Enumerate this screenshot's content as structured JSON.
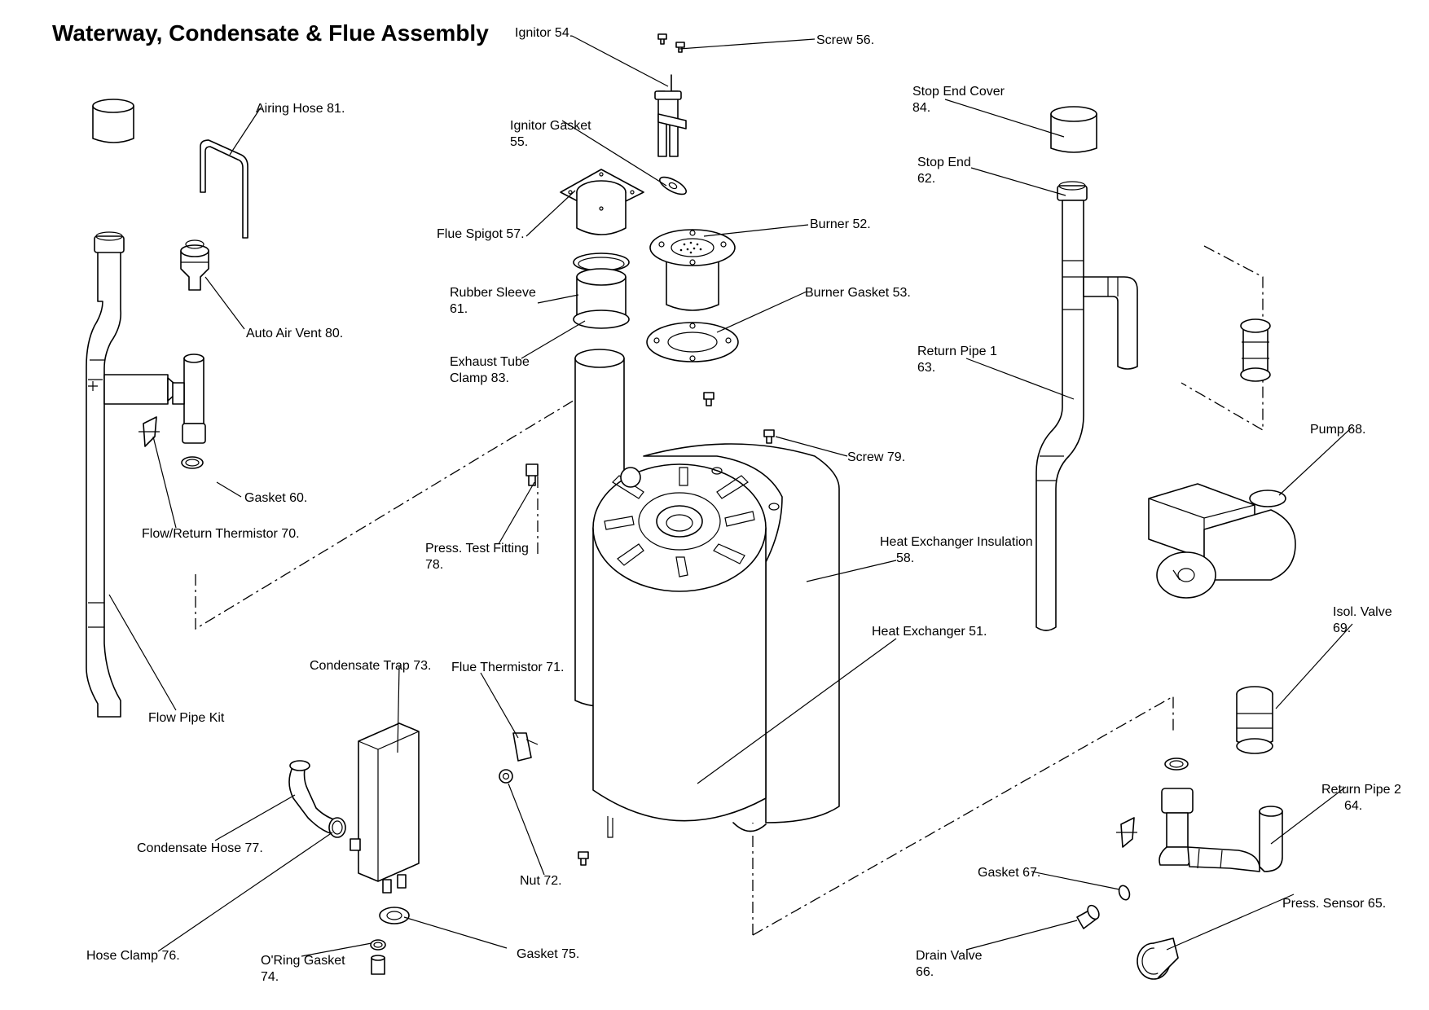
{
  "title": "Waterway, Condensate & Flue Assembly",
  "parts": {
    "ignitor": [
      "Ignitor 54."
    ],
    "screw56": [
      "Screw 56."
    ],
    "ignitor_gasket": [
      "Ignitor Gasket",
      "55."
    ],
    "flue_spigot": [
      "Flue Spigot 57."
    ],
    "burner": [
      "Burner 52."
    ],
    "rubber_sleeve": [
      "Rubber Sleeve",
      "61."
    ],
    "burner_gasket": [
      "Burner Gasket 53."
    ],
    "exhaust_clamp": [
      "Exhaust Tube",
      "Clamp 83."
    ],
    "airing_hose": [
      "Airing Hose 81."
    ],
    "auto_air_vent": [
      "Auto Air Vent 80."
    ],
    "gasket60": [
      "Gasket 60."
    ],
    "flow_return_thermistor": [
      "Flow/Return Thermistor 70."
    ],
    "press_test_fitting": [
      "Press. Test Fitting",
      "78."
    ],
    "screw79": [
      "Screw 79."
    ],
    "hx_insulation": [
      "Heat Exchanger Insulation",
      "58."
    ],
    "heat_exchanger": [
      "Heat Exchanger 51."
    ],
    "stop_end_cover": [
      "Stop End Cover",
      "84."
    ],
    "stop_end": [
      "Stop End",
      "62."
    ],
    "return_pipe_1": [
      "Return Pipe 1",
      "63."
    ],
    "pump": [
      "Pump 68."
    ],
    "isol_valve": [
      "Isol. Valve",
      "69."
    ],
    "return_pipe_2": [
      "Return Pipe 2",
      "64."
    ],
    "gasket67": [
      "Gasket 67."
    ],
    "press_sensor": [
      "Press. Sensor 65."
    ],
    "drain_valve": [
      "Drain Valve",
      "66."
    ],
    "flow_pipe_kit": [
      "Flow Pipe Kit"
    ],
    "condensate_trap": [
      "Condensate Trap 73."
    ],
    "flue_thermistor": [
      "Flue Thermistor 71."
    ],
    "condensate_hose": [
      "Condensate Hose 77."
    ],
    "hose_clamp": [
      "Hose Clamp 76."
    ],
    "oring_gasket": [
      "O'Ring Gasket",
      "74."
    ],
    "gasket75": [
      "Gasket 75."
    ],
    "nut72": [
      "Nut 72."
    ]
  }
}
